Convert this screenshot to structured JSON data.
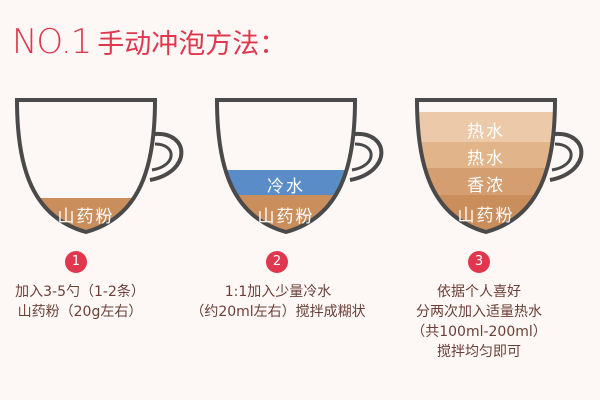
{
  "title": {
    "no": "NO.1",
    "text": "手动冲泡方法："
  },
  "colors": {
    "accent": "#e0374e",
    "cup_outline": "#4a4a4a",
    "powder": "#c98e5c",
    "cold_water": "#5a8dc7",
    "hot_water_light": "#e7c09e",
    "hot_water_mid": "#d9a57a"
  },
  "steps": [
    {
      "number": "1",
      "layers": [
        "山药粉"
      ],
      "lines": [
        "加入3-5勺（1-2条）",
        "山药粉（20g左右）"
      ]
    },
    {
      "number": "2",
      "layers": [
        "冷水",
        "山药粉"
      ],
      "lines": [
        "1:1加入少量冷水",
        "（约20ml左右）搅拌成糊状"
      ]
    },
    {
      "number": "3",
      "layers": [
        "热水",
        "热水",
        "香浓",
        "山药粉"
      ],
      "lines": [
        "依据个人喜好",
        "分两次加入适量热水",
        "（共100ml-200ml）",
        "搅拌均匀即可"
      ]
    }
  ]
}
